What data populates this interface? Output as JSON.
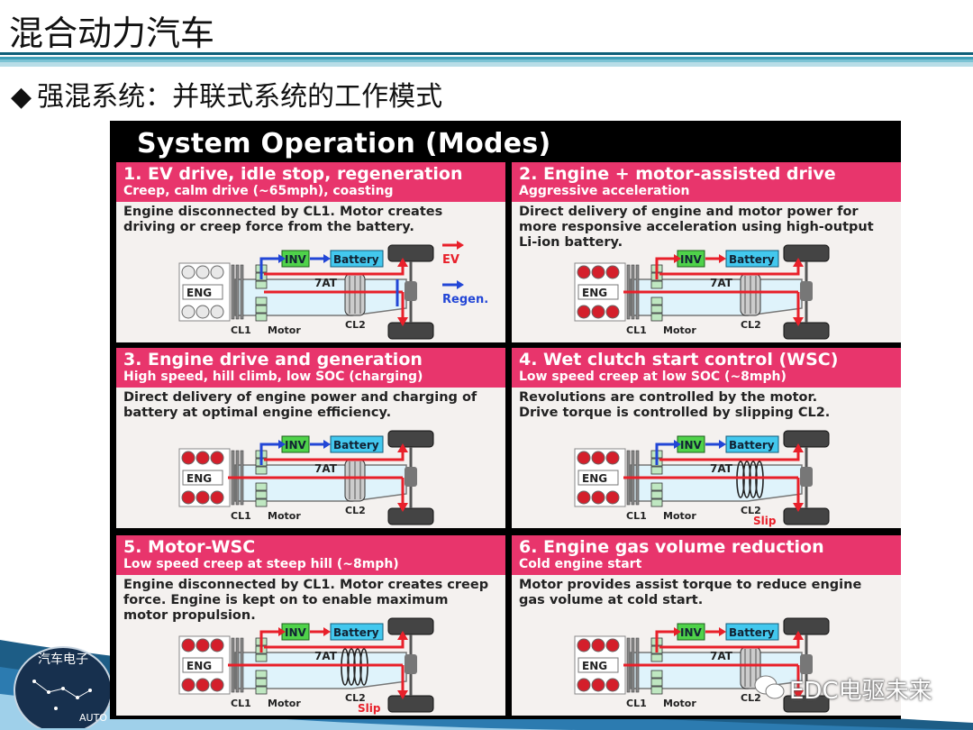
{
  "slide": {
    "title": "混合动力汽车",
    "subtitle": "强混系统：并联式系统的工作模式",
    "bullet_icon": "diamond-bullet-icon"
  },
  "figure": {
    "header": "System Operation (Modes)"
  },
  "labels": {
    "inv": "INV",
    "battery": "Battery",
    "eng": "ENG",
    "at7": "7AT",
    "cl1": "CL1",
    "cl2": "CL2",
    "motor": "Motor",
    "slip": "Slip",
    "ev": "EV",
    "regen": "Regen."
  },
  "panels": [
    {
      "title": "1. EV drive, idle stop, regeneration",
      "sub": "Creep, calm drive (~65mph), coasting",
      "desc": [
        "Engine disconnected by CL1. Motor creates",
        "driving or creep force from the battery."
      ]
    },
    {
      "title": "2. Engine + motor-assisted drive",
      "sub": "Aggressive acceleration",
      "desc": [
        "Direct delivery of engine and motor power for",
        "more responsive acceleration using high-output",
        "Li-ion battery."
      ]
    },
    {
      "title": "3. Engine drive and generation",
      "sub": "High speed, hill climb, low SOC (charging)",
      "desc": [
        "Direct delivery of engine power and charging of",
        "battery at optimal engine efficiency."
      ]
    },
    {
      "title": "4. Wet clutch start control (WSC)",
      "sub": "Low speed creep at low SOC (~8mph)",
      "desc": [
        "Revolutions are controlled by the motor.",
        "Drive torque is controlled by slipping CL2."
      ]
    },
    {
      "title": "5. Motor-WSC",
      "sub": "Low speed creep at steep hill (~8mph)",
      "desc": [
        "Engine disconnected by CL1. Motor creates creep",
        "force. Engine is kept on to enable maximum",
        "motor propulsion."
      ]
    },
    {
      "title": "6. Engine gas volume reduction",
      "sub": "Cold engine start",
      "desc": [
        "Motor provides assist torque to reduce engine",
        "gas volume at cold start."
      ]
    }
  ],
  "watermark": {
    "text": "EDC电驱未来",
    "icon": "wechat-icon"
  },
  "logo": {
    "text": "汽车电子",
    "text2": "AUTO",
    "icon": "constellation-logo-icon"
  },
  "colors": {
    "panel_header": "#e8356c",
    "engine_red": "#d41f2b",
    "flow_red": "#e8202a",
    "flow_blue": "#2246d6",
    "inv_green": "#4fd24a",
    "battery_cyan": "#43c8ee"
  }
}
